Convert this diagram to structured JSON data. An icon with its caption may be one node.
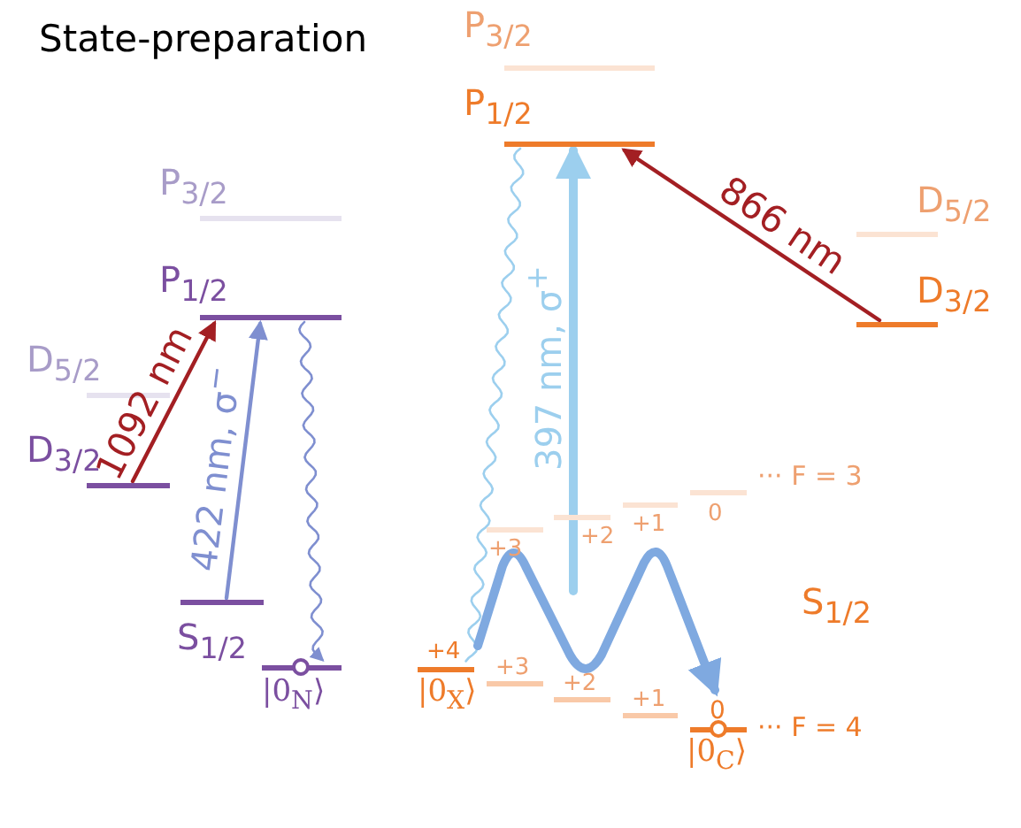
{
  "diagram": {
    "title": "State-preparation",
    "nodes": [
      {
        "text": [
          "P$_{3/2}$"
        ]
      },
      {
        "text": [
          "P$_{1/2}$"
        ]
      },
      {
        "text": [
          "D$_{5/2}$"
        ]
      },
      {
        "text": [
          "D$_{3/2}$"
        ]
      },
      {
        "text": [
          "S$_{1/2}$"
        ]
      },
      {
        "text": [
          "|0$_{N}$⟩"
        ]
      },
      {
        "text": [
          "P$_{3/2}$"
        ]
      },
      {
        "text": [
          "P$_{1/2}$"
        ]
      },
      {
        "text": [
          "D$_{5/2}$"
        ]
      },
      {
        "text": [
          "D$_{3/2}$"
        ]
      },
      {
        "text": [
          "+3"
        ]
      },
      {
        "text": [
          "+2"
        ]
      },
      {
        "text": [
          "+1"
        ]
      },
      {
        "text": [
          "0"
        ],
        "beside": [
          "··· F = 3"
        ]
      },
      {
        "text": [
          "+4"
        ],
        "beside": [
          "|0$_{X}$⟩"
        ]
      },
      {
        "text": [
          "+3"
        ]
      },
      {
        "text": [
          "+2"
        ]
      },
      {
        "text": [
          "+1"
        ]
      },
      {
        "text": [
          "0"
        ],
        "beside": [
          "|0$_{C}$⟩",
          "··· F = 4"
        ]
      }
    ],
    "edges": [
      {
        "from": 3,
        "to": 1,
        "arrow": "to",
        "label": "1092 nm",
        "color": "#a31f23"
      },
      {
        "from": 4,
        "to": 1,
        "arrow": "to",
        "label": "422 nm, σ$^{−}$",
        "color": "#7f8fd0"
      },
      {
        "from": 1,
        "to": 5,
        "arrow": "to",
        "color": "#7f8fd0"
      },
      {
        "from": 9,
        "to": 7,
        "arrow": "to",
        "label": "866 nm",
        "color": "#a31f23"
      },
      {
        "from": null,
        "to": 7,
        "arrow": "to",
        "label": "397 nm, σ$^{+}$",
        "style": "thick",
        "color": "#9ccfee"
      },
      {
        "from": 7,
        "to": 14,
        "arrow": "none",
        "color": "#9ccfee"
      },
      {
        "from": 14,
        "to": 18,
        "arrow": "to",
        "style": "thick",
        "color": "#7fa9e0"
      }
    ],
    "labels": [
      "S$_{1/2}$"
    ]
  }
}
